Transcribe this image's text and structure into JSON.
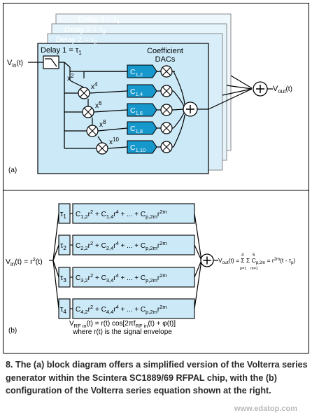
{
  "diagram": {
    "part_a": {
      "panel_label": "(a)",
      "delay_labels": [
        "Delay 4 = τ",
        "Delay 3 = τ",
        "Delay 2 = τ",
        "Delay 1 = τ"
      ],
      "delay_subs": [
        "4",
        "3",
        "2",
        "1"
      ],
      "input_label": "V",
      "input_sub": "in",
      "input_arg": "(t)",
      "output_label": "V",
      "output_sub": "out",
      "output_arg": "(t)",
      "dac_title": [
        "Coefficient",
        "DACs"
      ],
      "powers": [
        "2",
        "4",
        "6",
        "8",
        "10"
      ],
      "coefficients": [
        "1,2",
        "1,4",
        "1,6",
        "1,8",
        "1,10"
      ],
      "coef_prefix": "C",
      "x_symbol": "x",
      "plus": "+"
    },
    "part_b": {
      "panel_label": "(b)",
      "input_label": "V",
      "input_sub": "in",
      "input_rest": "(t) = r",
      "input_exp": "2",
      "input_end": "(t)",
      "taus": [
        "τ",
        "τ",
        "τ",
        "τ"
      ],
      "tau_subs": [
        "1",
        "2",
        "3",
        "4"
      ],
      "rows": [
        {
          "c": "C",
          "idx": "1"
        },
        {
          "c": "C",
          "idx": "2"
        },
        {
          "c": "C",
          "idx": "3"
        },
        {
          "c": "C",
          "idx": "4"
        }
      ],
      "term_parts": {
        "r": "r",
        "e2": "2",
        "e4": "4",
        "e2m": "2m",
        "plus": " + ",
        "dots": "+ ... +",
        "p": "p,2m"
      },
      "output_eq": "V",
      "output_eq_sub": "out",
      "output_eq_rest": "(t) = Σ Σ C",
      "output_eq_tail": "r",
      "output_eq_end": "(t - τ",
      "footnote_line1": "V",
      "footnote_line1_sub": "RF in",
      "footnote_line1_rest": "(t) = r(t) cos[2πf",
      "footnote_line1_sub2": "RF in",
      "footnote_line1_end": "(t) + φ(t)]",
      "footnote_line2": "where r(t) is the signal envelope"
    }
  },
  "caption": "8. The (a) block diagram offers a simplified version of the Volterra series generator within the Scintera SC1889/69 RFPAL chip, with the (b) configuration of the Volterra series equation shown at the right.",
  "watermark": "www.edatop.com",
  "colors": {
    "panel_fill": "#cbe9f7",
    "dac_fill": "#1798cc",
    "frame": "#000000",
    "border": "#000000"
  }
}
